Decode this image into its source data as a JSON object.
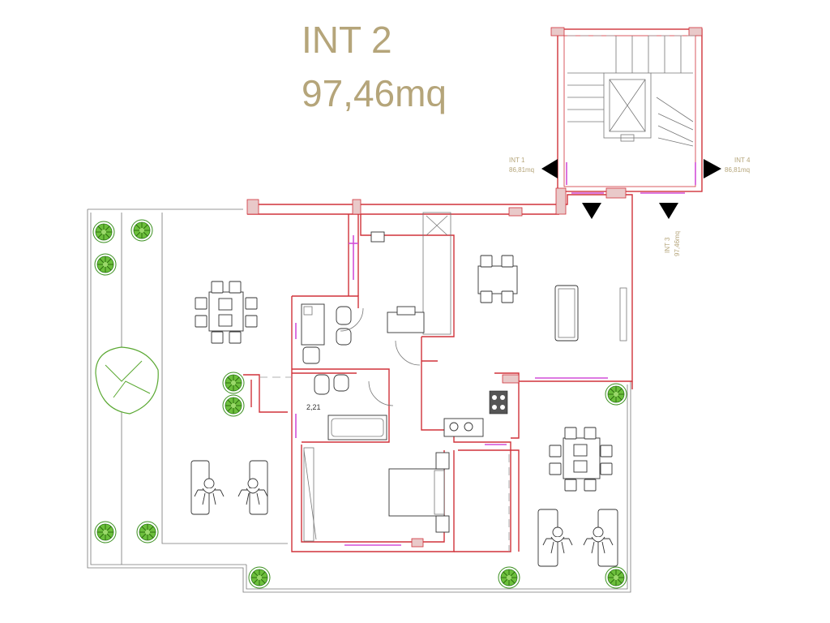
{
  "title": {
    "line1": "INT 2",
    "line2": "97,46mq"
  },
  "labels": {
    "int1_name": "INT 1",
    "int1_area": "86,81mq",
    "int4_name": "INT 4",
    "int4_area": "86,81mq",
    "int3_name": "INT 3",
    "int3_area": "97,46mq",
    "dimension": "2,21"
  },
  "colors": {
    "title": "#b5a57a",
    "walls": "#d0323a",
    "windows": "#d24fd8",
    "plants": "#5aa832",
    "arrows": "#000000"
  },
  "icons": [
    "tree-icon",
    "arrow-icon",
    "person-icon",
    "table-icon"
  ]
}
